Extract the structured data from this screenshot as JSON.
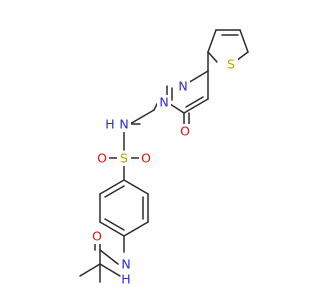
{
  "colors": {
    "carbon": "#2b2b2b",
    "nitrogen": "#2a2acc",
    "oxygen": "#e0100a",
    "sulfur": "#b7a600"
  },
  "atoms": {
    "s_thiophene": "S",
    "n_pyridazine_1": "N",
    "n_pyridazine_2": "N",
    "o_ketone": "O",
    "nh_sulfonamide_n": "N",
    "nh_sulfonamide_h": "H",
    "s_sulfonyl": "S",
    "o_sulfonyl_left": "O",
    "o_sulfonyl_right": "O",
    "nh_amide_n": "N",
    "nh_amide_h": "H",
    "o_amide": "O"
  }
}
